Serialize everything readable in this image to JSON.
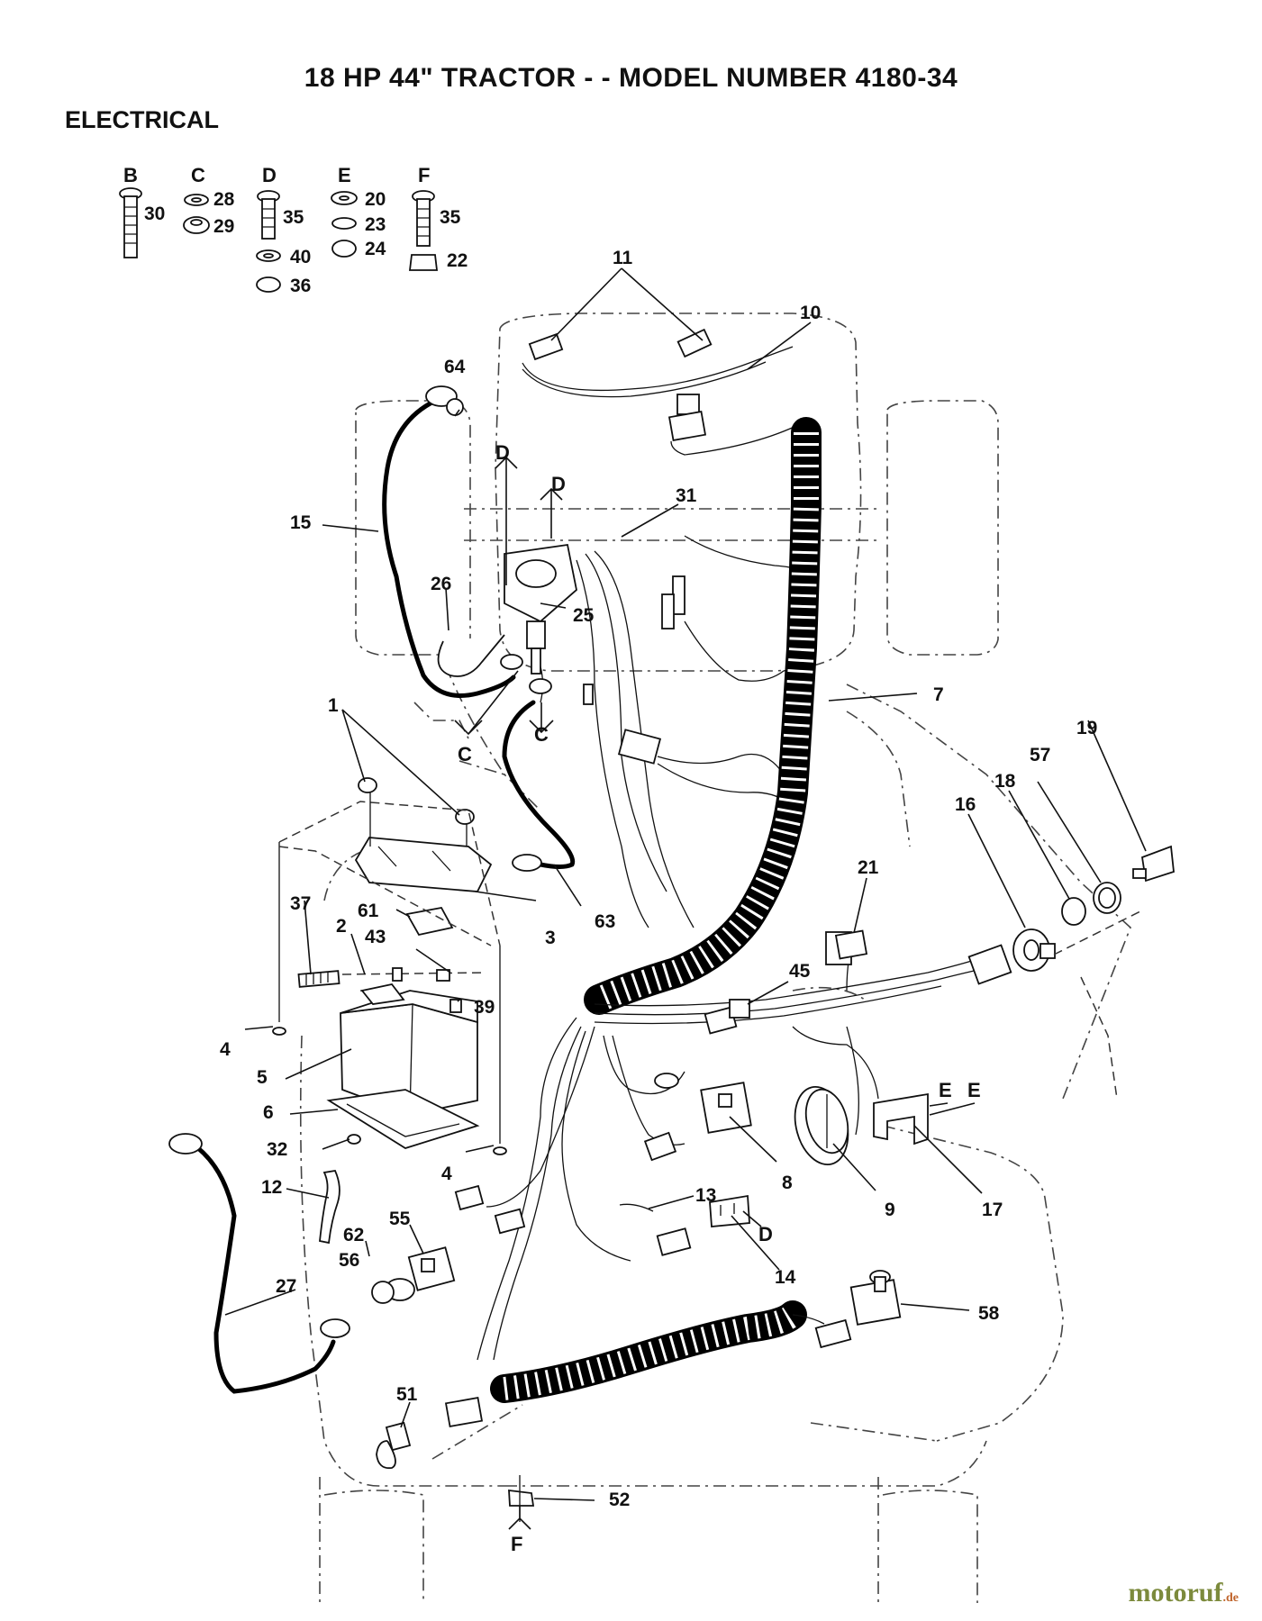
{
  "header": {
    "title": "18 HP 44\" TRACTOR - - MODEL NUMBER 4180-34",
    "section": "ELECTRICAL"
  },
  "hardware_groups": [
    {
      "letter": "B",
      "parts": [
        "30"
      ]
    },
    {
      "letter": "C",
      "parts": [
        "28",
        "29"
      ]
    },
    {
      "letter": "D",
      "parts": [
        "35",
        "40",
        "36"
      ]
    },
    {
      "letter": "E",
      "parts": [
        "20",
        "23",
        "24"
      ]
    },
    {
      "letter": "F",
      "parts": [
        "35",
        "22"
      ]
    }
  ],
  "part_numbers": [
    "1",
    "2",
    "3",
    "4",
    "4",
    "5",
    "6",
    "7",
    "8",
    "9",
    "10",
    "11",
    "12",
    "13",
    "14",
    "15",
    "16",
    "17",
    "18",
    "19",
    "21",
    "25",
    "26",
    "27",
    "31",
    "32",
    "37",
    "39",
    "43",
    "45",
    "51",
    "52",
    "55",
    "56",
    "57",
    "58",
    "61",
    "62",
    "63",
    "64"
  ],
  "hardware_refs": [
    "D",
    "D",
    "C",
    "C",
    "D",
    "E",
    "E",
    "F"
  ],
  "watermark": {
    "brand": "motoruf",
    "tld": ".de"
  }
}
